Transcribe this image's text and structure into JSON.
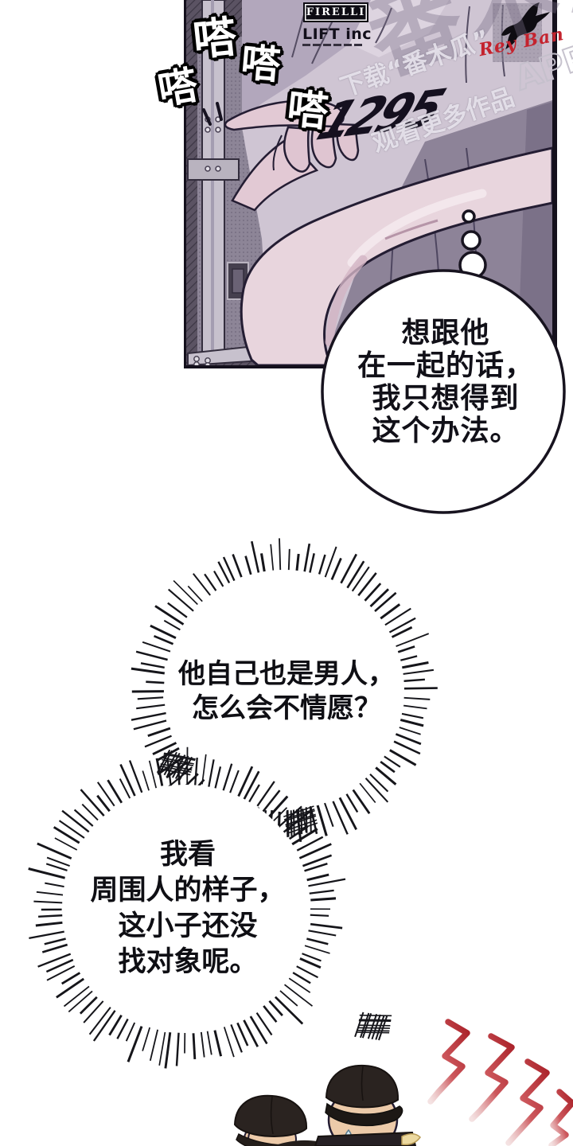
{
  "comic": {
    "speech": {
      "lines": [
        "想跟他",
        "在一起的话，",
        "我只想得到",
        "这个办法。"
      ]
    },
    "thought1": {
      "lines": [
        "他自己也是男人，",
        "怎么会不情愿？"
      ]
    },
    "thought2": {
      "lines": [
        "我看",
        "周围人的样子，",
        "这小子还没",
        "找对象呢。"
      ]
    },
    "sfx": [
      "嗒",
      "嗒",
      "嗒",
      "嗒"
    ],
    "shirt": {
      "brand_box": "FIRELLI",
      "brand_line": "LIFT inc",
      "graphic": "1295"
    },
    "watermark": {
      "big": "番木瓜",
      "line1": "下载“番木瓜”",
      "app": "APP",
      "line2": "观看更多作品",
      "red_brand": "Rey Ban"
    },
    "colors": {
      "panel_outline": "#14101c",
      "shirt": "#cfc5d3",
      "skin": "#e8d5dd",
      "crate": "#8d8597",
      "torso": "#8d8398",
      "cap": "#2a2320",
      "anger_red": "#a81f27",
      "sfx_fill": "#ffffff",
      "watermark_red": "#c4232e"
    }
  }
}
